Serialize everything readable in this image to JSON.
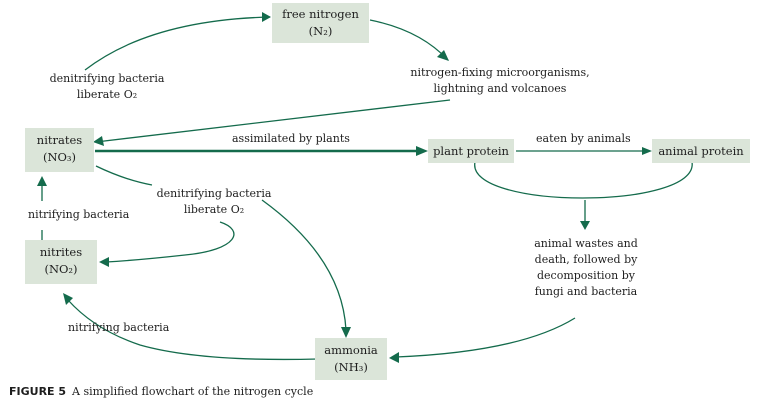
{
  "nodes": {
    "free_nitrogen": {
      "name": "free nitrogen",
      "formula": "(N₂)"
    },
    "nitrates": {
      "name": "nitrates",
      "formula": "(NO₃)"
    },
    "nitrites": {
      "name": "nitrites",
      "formula": "(NO₂)"
    },
    "plant_protein": {
      "name": "plant protein"
    },
    "animal_protein": {
      "name": "animal protein"
    },
    "ammonia": {
      "name": "ammonia",
      "formula": "(NH₃)"
    }
  },
  "labels": {
    "denitrifying_top_1": "denitrifying bacteria",
    "denitrifying_top_2": "liberate O₂",
    "fixing_1": "nitrogen-fixing microorganisms,",
    "fixing_2": "lightning and volcanoes",
    "assimilated": "assimilated by plants",
    "eaten": "eaten by animals",
    "denitrifying_mid_1": "denitrifying bacteria",
    "denitrifying_mid_2": "liberate O₂",
    "nitrifying_left": "nitrifying bacteria",
    "nitrifying_bottom": "nitrifying bacteria",
    "wastes_1": "animal wastes and",
    "wastes_2": "death, followed by",
    "wastes_3": "decomposition by",
    "wastes_4": "fungi and bacteria"
  },
  "caption": {
    "label": "FIGURE 5",
    "text": "A simplified flowchart of the nitrogen cycle"
  },
  "colors": {
    "box": "#dbe5d9",
    "arrow": "#146b4c",
    "text": "#1e1e1e"
  }
}
